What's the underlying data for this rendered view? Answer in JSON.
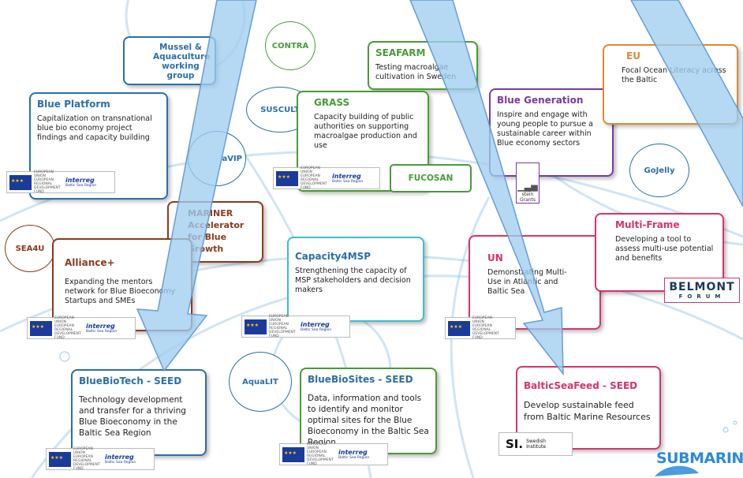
{
  "projects": [
    {
      "key": "blue_platform",
      "title": "Blue Platform",
      "desc": "Capitalization on transnational blue bio economy project findings and capacity building",
      "color": "#2c6fa6"
    },
    {
      "key": "mussel",
      "title": "Mussel & Aquaculture working group",
      "color": "#2c6fa6"
    },
    {
      "key": "seafarm",
      "title": "SEAFARM",
      "desc": "Testing macroalgae cultivation in Sweden",
      "color": "#4a9a3a"
    },
    {
      "key": "grass",
      "title": "GRASS",
      "desc": "Capacity building of public authorities on supporting macroalgae production and use",
      "color": "#4a9a3a"
    },
    {
      "key": "blue_generation",
      "title": "Blue Generation",
      "desc": "Inspire and engage with young people to pursue a sustainable career within Blue economy sectors",
      "color": "#7a3aa0"
    },
    {
      "key": "eu",
      "title": "EU",
      "desc": "Focal Ocean Literacy across the Baltic",
      "color": "#e08a30"
    },
    {
      "key": "submariner",
      "title": "MARINER Accelerator for Blue Growth",
      "color": "#8b3a1e"
    },
    {
      "key": "alliance",
      "title": "Alliance+",
      "desc": "Expanding the mentors network for Blue Bioeconomy Startups and SMEs",
      "color": "#8b3a1e"
    },
    {
      "key": "capacity4msp",
      "title": "Capacity4MSP",
      "desc": "Strengthening the capacity of MSP stakeholders and decision makers",
      "color": "#2c6fa6"
    },
    {
      "key": "unitedd",
      "title": "UN",
      "desc": "Demonstrating Multi-Use in Atlantic and Baltic Sea",
      "color": "#d8326e"
    },
    {
      "key": "multiframe",
      "title": "Multi-Frame",
      "desc": "Developing a tool to assess multi-use potential and benefits",
      "color": "#d8326e"
    },
    {
      "key": "bluebiotech",
      "title": "BlueBioTech - SEED",
      "desc": "Technology development and transfer for a thriving Blue Bioeconomy in the Baltic Sea Region",
      "color": "#2c6fa6"
    },
    {
      "key": "bluebiosites",
      "title": "BlueBioSites - SEED",
      "desc": "Data, information and tools to identify and monitor optimal sites for the Blue Bioeconomy in the Baltic Sea Region",
      "color": "#4a9a3a"
    },
    {
      "key": "balticseafeed",
      "title": "BalticSeaFeed - SEED",
      "desc": "Develop sustainable feed from Baltic Marine Resources",
      "color": "#d8326e"
    }
  ],
  "ovals": {
    "contra": "CONTRA",
    "suscult": "SUSCULT",
    "baltavip": "aVIP",
    "gojelly": "GoJelly",
    "sea4u": "SEA4U",
    "aqualit": "AquaLIT"
  },
  "tags": {
    "fucosan": "FUCOSAN"
  },
  "logos": {
    "interreg": "interreg",
    "interreg_sub": "Baltic Sea Region",
    "eu_text": "EUROPEAN UNION EUROPEAN REGIONAL DEVELOPMENT FUND",
    "belmont": "BELMONT",
    "forum": "FORUM",
    "swedish": "Swedish Institute",
    "si": "SI.",
    "grants": "Grants",
    "stein": "stein"
  },
  "corner": {
    "submariner": "SUBMARIN"
  }
}
